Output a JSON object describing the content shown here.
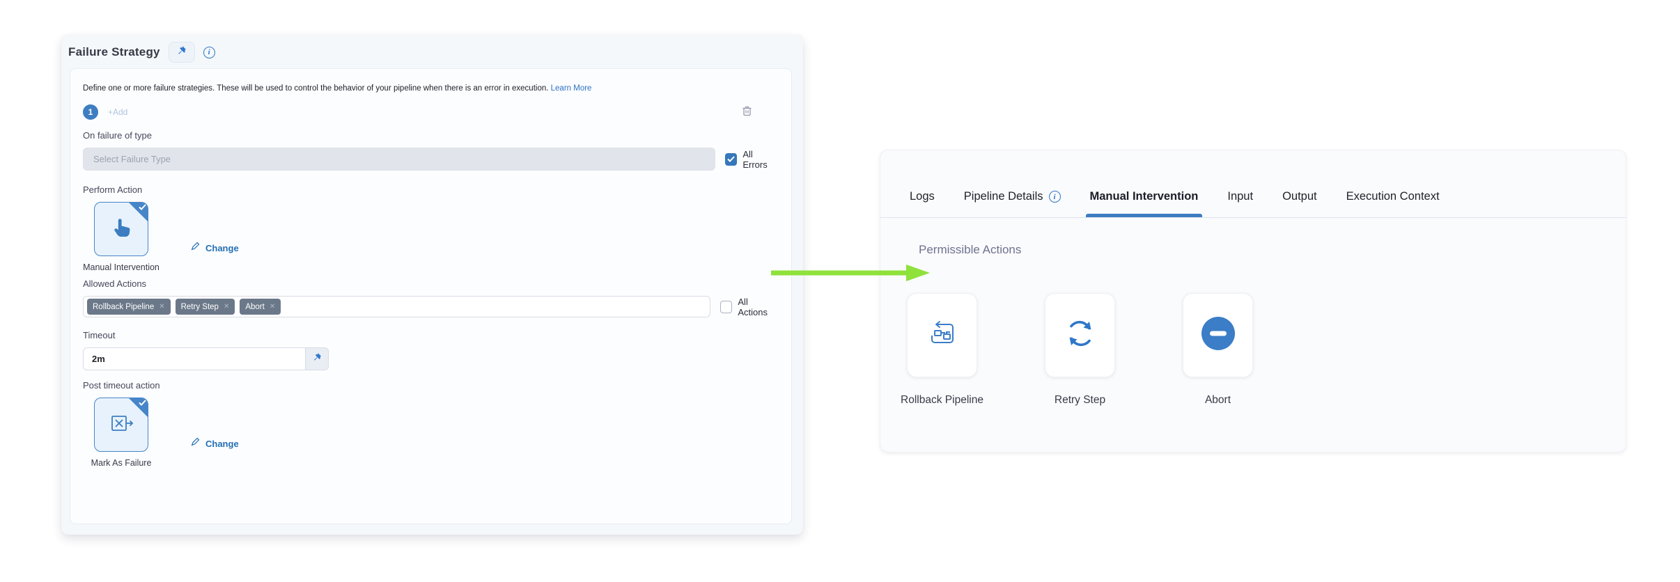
{
  "colors": {
    "blue": "#3b7cc2",
    "link_blue": "#2b72c4",
    "chip_bg": "#6b7889",
    "arrow_green": "#8fe13b",
    "panel_bg": "#f4f8fb",
    "tab_underline": "#3d7cc1"
  },
  "icons": {
    "remove_glyph": "✕",
    "info_glyph": "i",
    "add_glyph": "+Add"
  },
  "failure_strategy_panel": {
    "title": "Failure Strategy",
    "description": "Define one or more failure strategies. These will be used to control the behavior of your pipeline when there is an error in execution.",
    "learn_more": "Learn More",
    "strategy_badge": "1",
    "add_label": "+Add",
    "on_failure_of_type": {
      "label": "On failure of type",
      "placeholder": "Select Failure Type",
      "all_errors_label": "All Errors",
      "all_errors_checked": true
    },
    "perform_action": {
      "label": "Perform Action",
      "selected_action": "Manual Intervention",
      "change_label": "Change"
    },
    "allowed_actions": {
      "label": "Allowed Actions",
      "chips": [
        "Rollback Pipeline",
        "Retry Step",
        "Abort"
      ],
      "all_actions_label": "All Actions",
      "all_actions_checked": false
    },
    "timeout": {
      "label": "Timeout",
      "value": "2m"
    },
    "post_timeout_action": {
      "label": "Post timeout action",
      "selected_action": "Mark As Failure",
      "change_label": "Change"
    }
  },
  "details_panel": {
    "tabs": [
      {
        "label": "Logs",
        "active": false
      },
      {
        "label": "Pipeline Details",
        "active": false,
        "has_info_icon": true
      },
      {
        "label": "Manual Intervention",
        "active": true
      },
      {
        "label": "Input",
        "active": false
      },
      {
        "label": "Output",
        "active": false
      },
      {
        "label": "Execution Context",
        "active": false
      }
    ],
    "section_title": "Permissible Actions",
    "actions": [
      {
        "label": "Rollback Pipeline",
        "icon": "rollback-pipeline-icon"
      },
      {
        "label": "Retry Step",
        "icon": "retry-icon"
      },
      {
        "label": "Abort",
        "icon": "abort-icon"
      }
    ]
  }
}
